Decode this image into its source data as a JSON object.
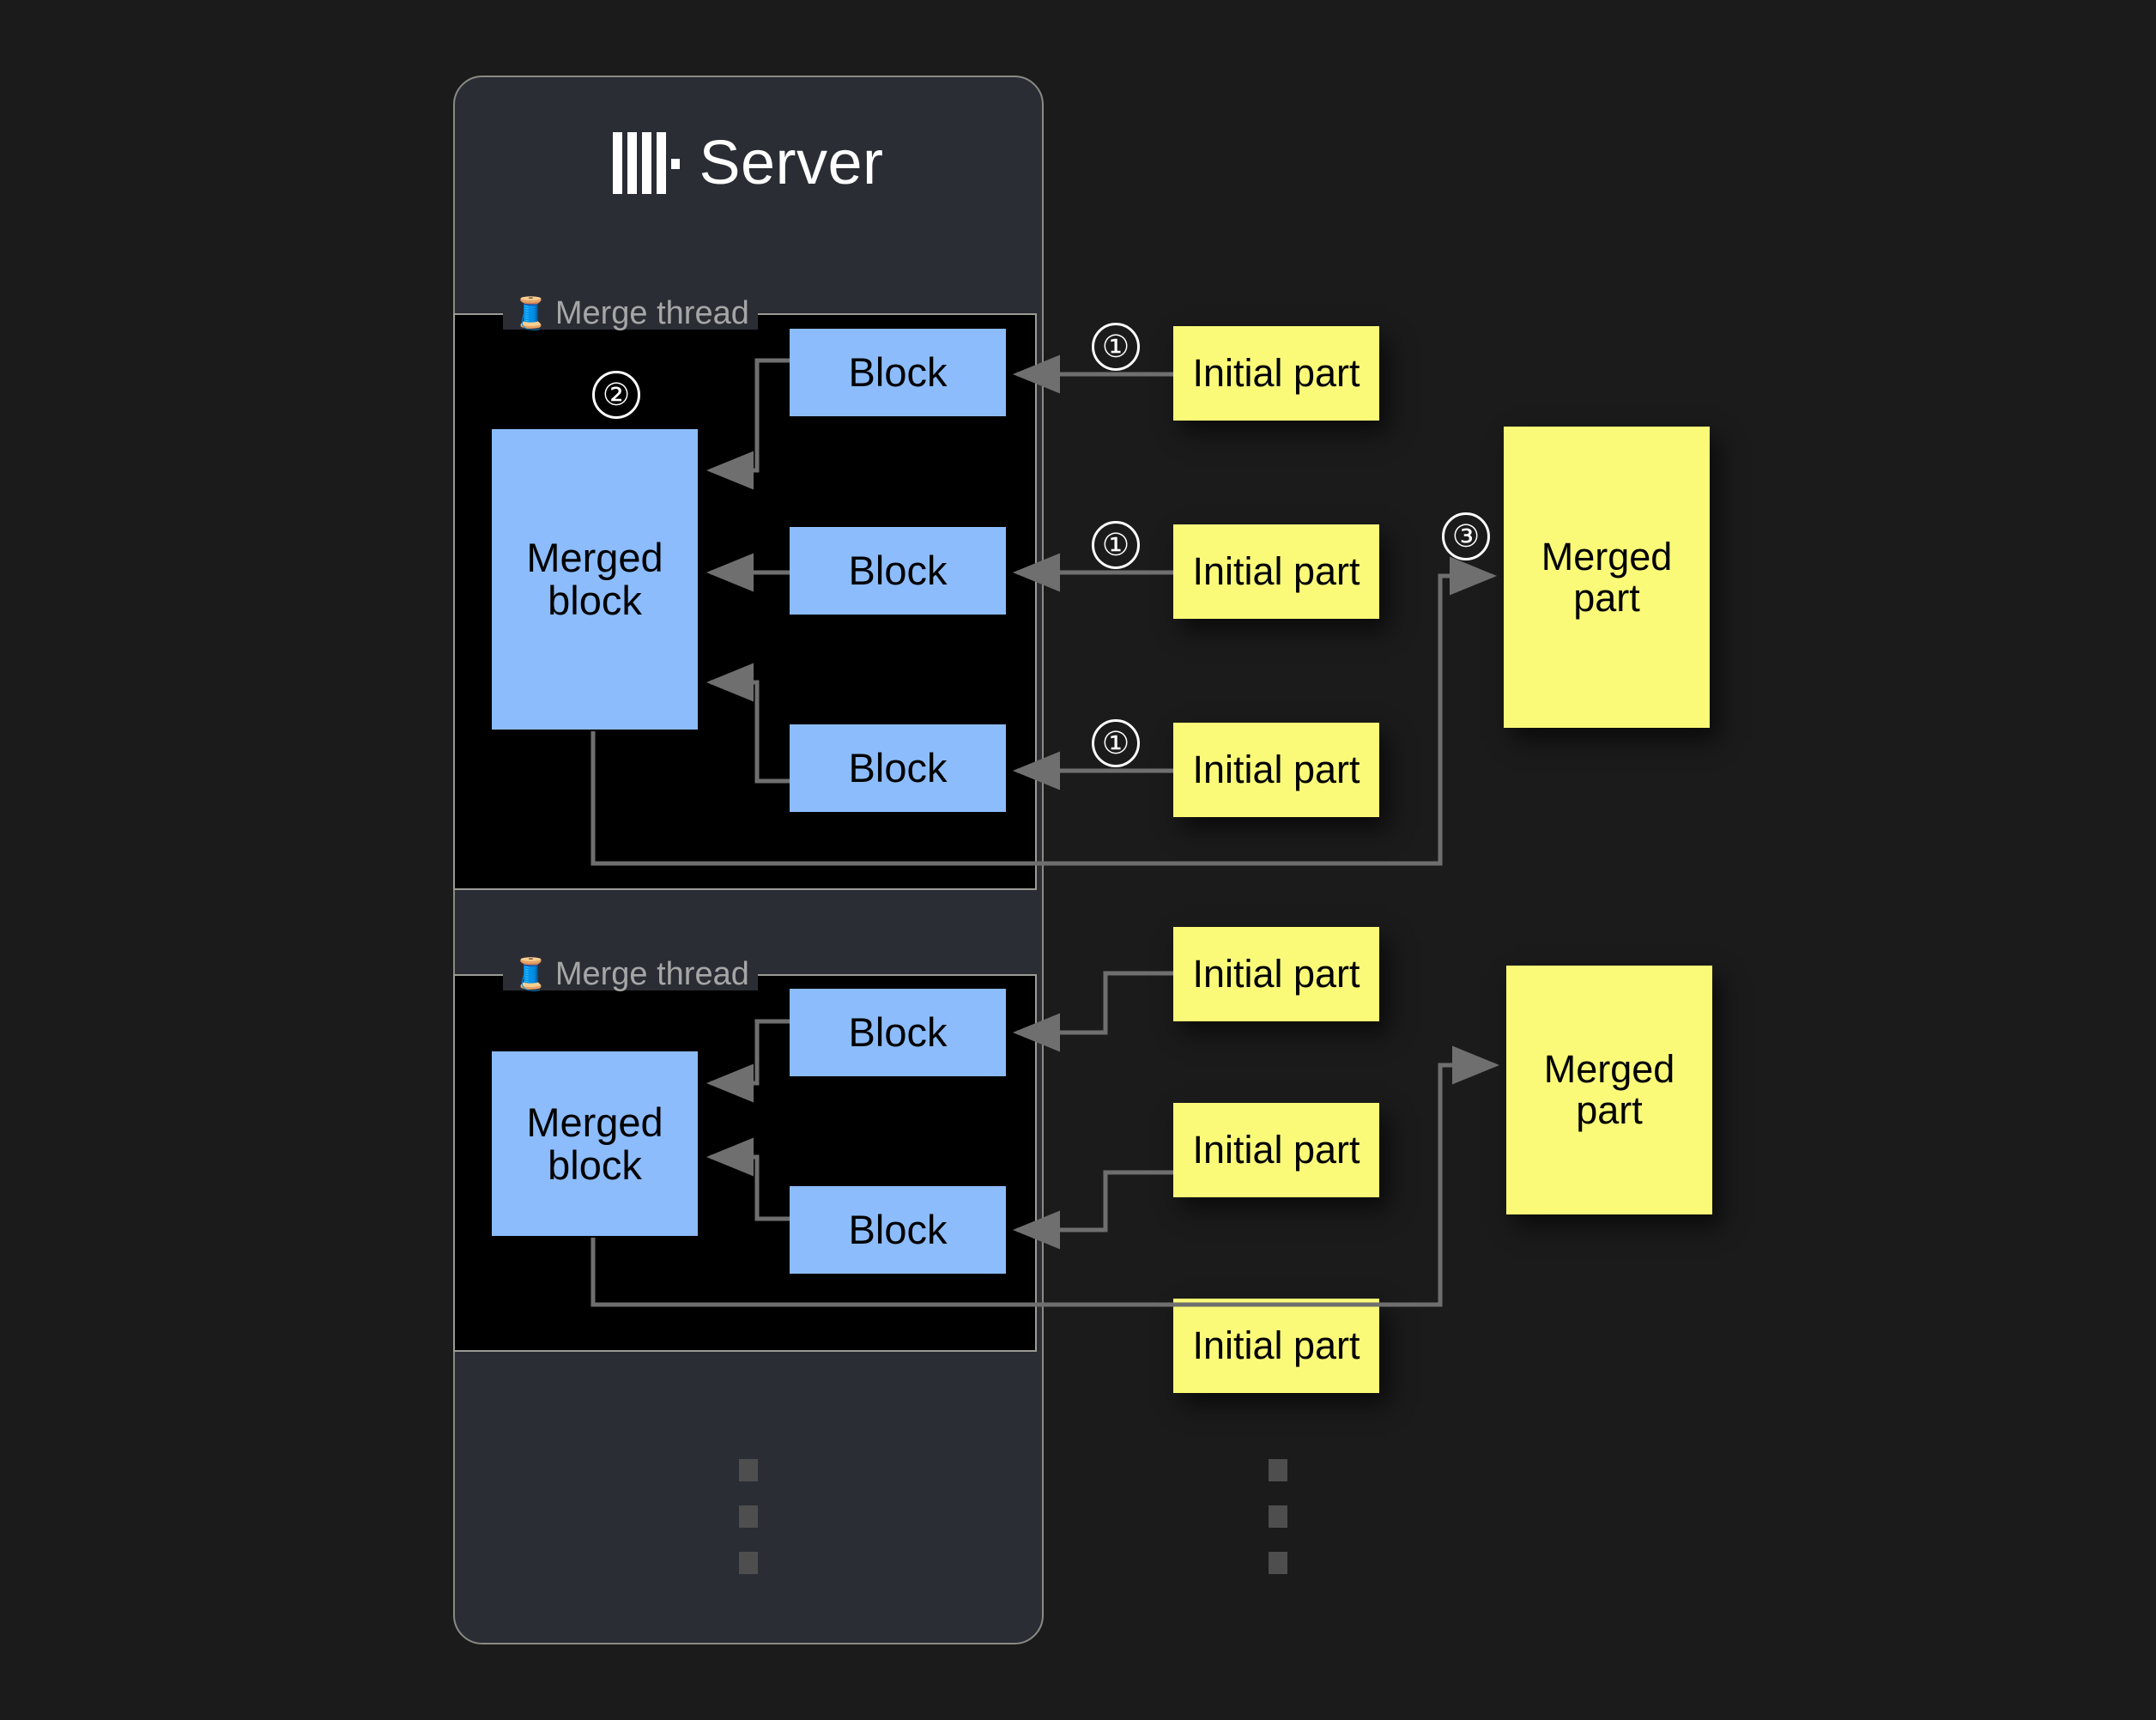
{
  "server": {
    "title": "Server",
    "logo_icon": "clickhouse-logo-icon"
  },
  "merge_threads": [
    {
      "label": "Merge thread",
      "icon": "thread-spool-icon",
      "merged_block_label": "Merged block",
      "step_marker": "②",
      "blocks": [
        "Block",
        "Block",
        "Block"
      ],
      "initial_parts": [
        "Initial part",
        "Initial part",
        "Initial part"
      ],
      "initial_part_step_markers": [
        "①",
        "①",
        "①"
      ],
      "merged_part_label": "Merged part",
      "merged_part_step_marker": "③"
    },
    {
      "label": "Merge thread",
      "icon": "thread-spool-icon",
      "merged_block_label": "Merged block",
      "blocks": [
        "Block",
        "Block"
      ],
      "initial_parts": [
        "Initial part",
        "Initial part"
      ],
      "merged_part_label": "Merged part"
    }
  ],
  "extra_initial_part": "Initial part",
  "ellipsis": {
    "server_column": "⋮",
    "parts_column": "⋮"
  },
  "colors": {
    "background": "#1b1b1b",
    "server_panel": "#2b2d35",
    "thread_group": "#000000",
    "block": "#8cbcfb",
    "part": "#fafa78",
    "wire": "#8a8a84",
    "label_text": "#a6a6a6",
    "title_text": "#ffffff"
  }
}
